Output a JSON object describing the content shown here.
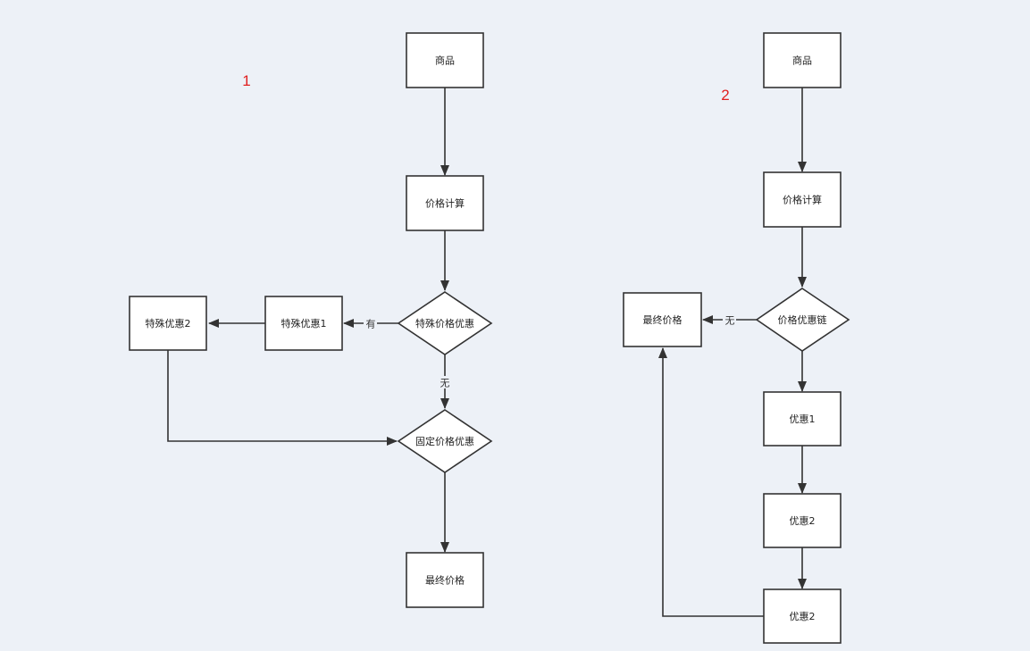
{
  "diagram": {
    "sections": [
      {
        "number": "1",
        "nodes": {
          "product": "商品",
          "price_calc": "价格计算",
          "special_decision": "特殊价格优惠",
          "special1": "特殊优惠1",
          "special2": "特殊优惠2",
          "fixed_decision": "固定价格优惠",
          "final_price": "最终价格"
        },
        "edge_labels": {
          "has": "有",
          "none": "无"
        }
      },
      {
        "number": "2",
        "nodes": {
          "product": "商品",
          "price_calc": "价格计算",
          "chain_decision": "价格优惠链",
          "final_price": "最终价格",
          "discount1": "优惠1",
          "discount2a": "优惠2",
          "discount2b": "优惠2"
        },
        "edge_labels": {
          "none": "无"
        }
      }
    ]
  }
}
